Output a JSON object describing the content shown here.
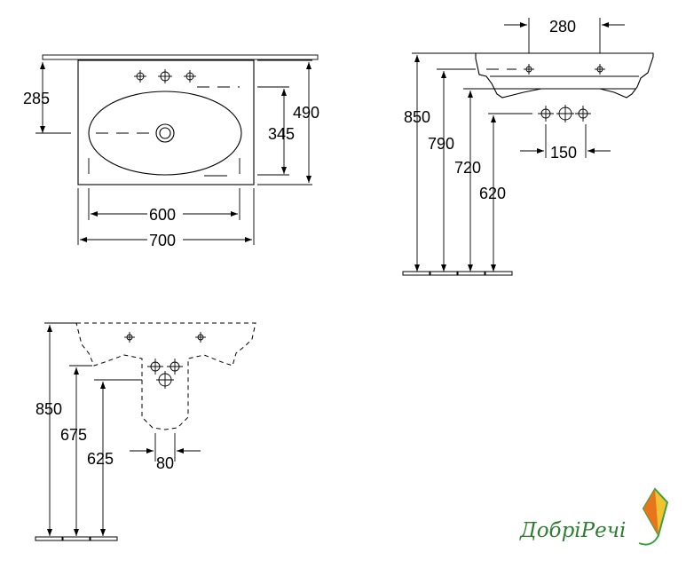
{
  "top_view": {
    "dim_285": "285",
    "dim_490": "490",
    "dim_345": "345",
    "dim_600": "600",
    "dim_700": "700"
  },
  "side_view": {
    "dim_280": "280",
    "dim_850": "850",
    "dim_790": "790",
    "dim_720": "720",
    "dim_620": "620",
    "dim_150": "150"
  },
  "front_view": {
    "dim_850": "850",
    "dim_675": "675",
    "dim_625": "625",
    "dim_80": "80"
  },
  "logo": {
    "text": "ДобріРечі",
    "colors": {
      "text": "#2e7d32",
      "kite_yellow": "#f2c230",
      "kite_orange": "#e8741c",
      "kite_green": "#3aa142"
    }
  }
}
